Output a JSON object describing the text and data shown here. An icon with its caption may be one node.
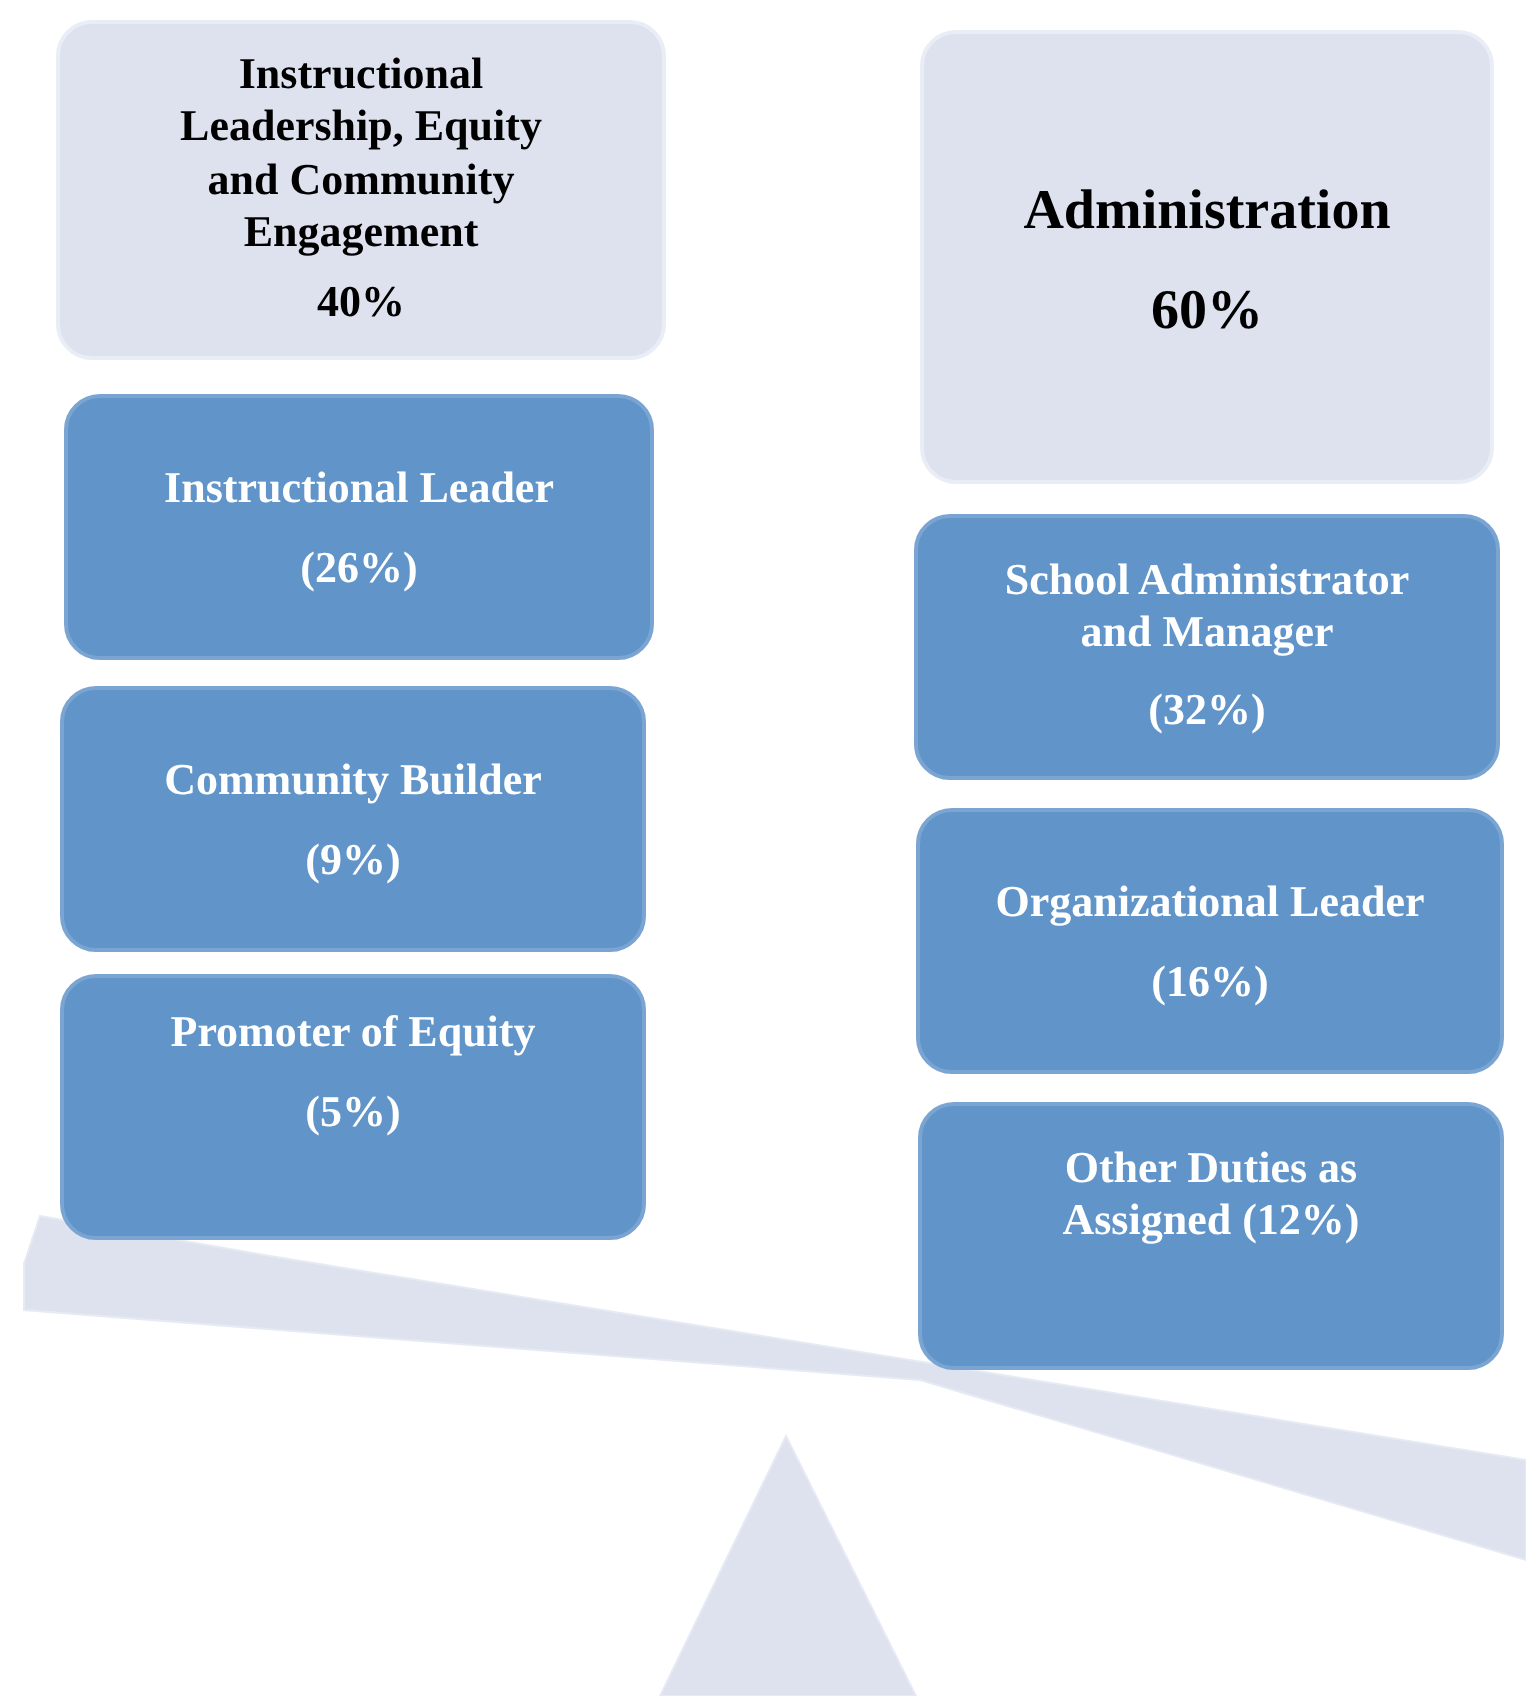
{
  "diagram": {
    "nodes": [
      {
        "text": [
          "Instructional Leadership, Equity and Community Engagement",
          "40%"
        ]
      },
      {
        "text": [
          "Instructional Leader",
          "(26%)"
        ]
      },
      {
        "text": [
          "Community Builder",
          "(9%)"
        ]
      },
      {
        "text": [
          "Promoter of Equity",
          "(5%)"
        ]
      },
      {
        "text": [
          "Administration",
          "60%"
        ]
      },
      {
        "text": [
          "School Administrator and Manager",
          "(32%)"
        ]
      },
      {
        "text": [
          "Organizational Leader",
          "(16%)"
        ]
      },
      {
        "text": [
          "Other Duties as Assigned (12%)"
        ]
      }
    ]
  }
}
